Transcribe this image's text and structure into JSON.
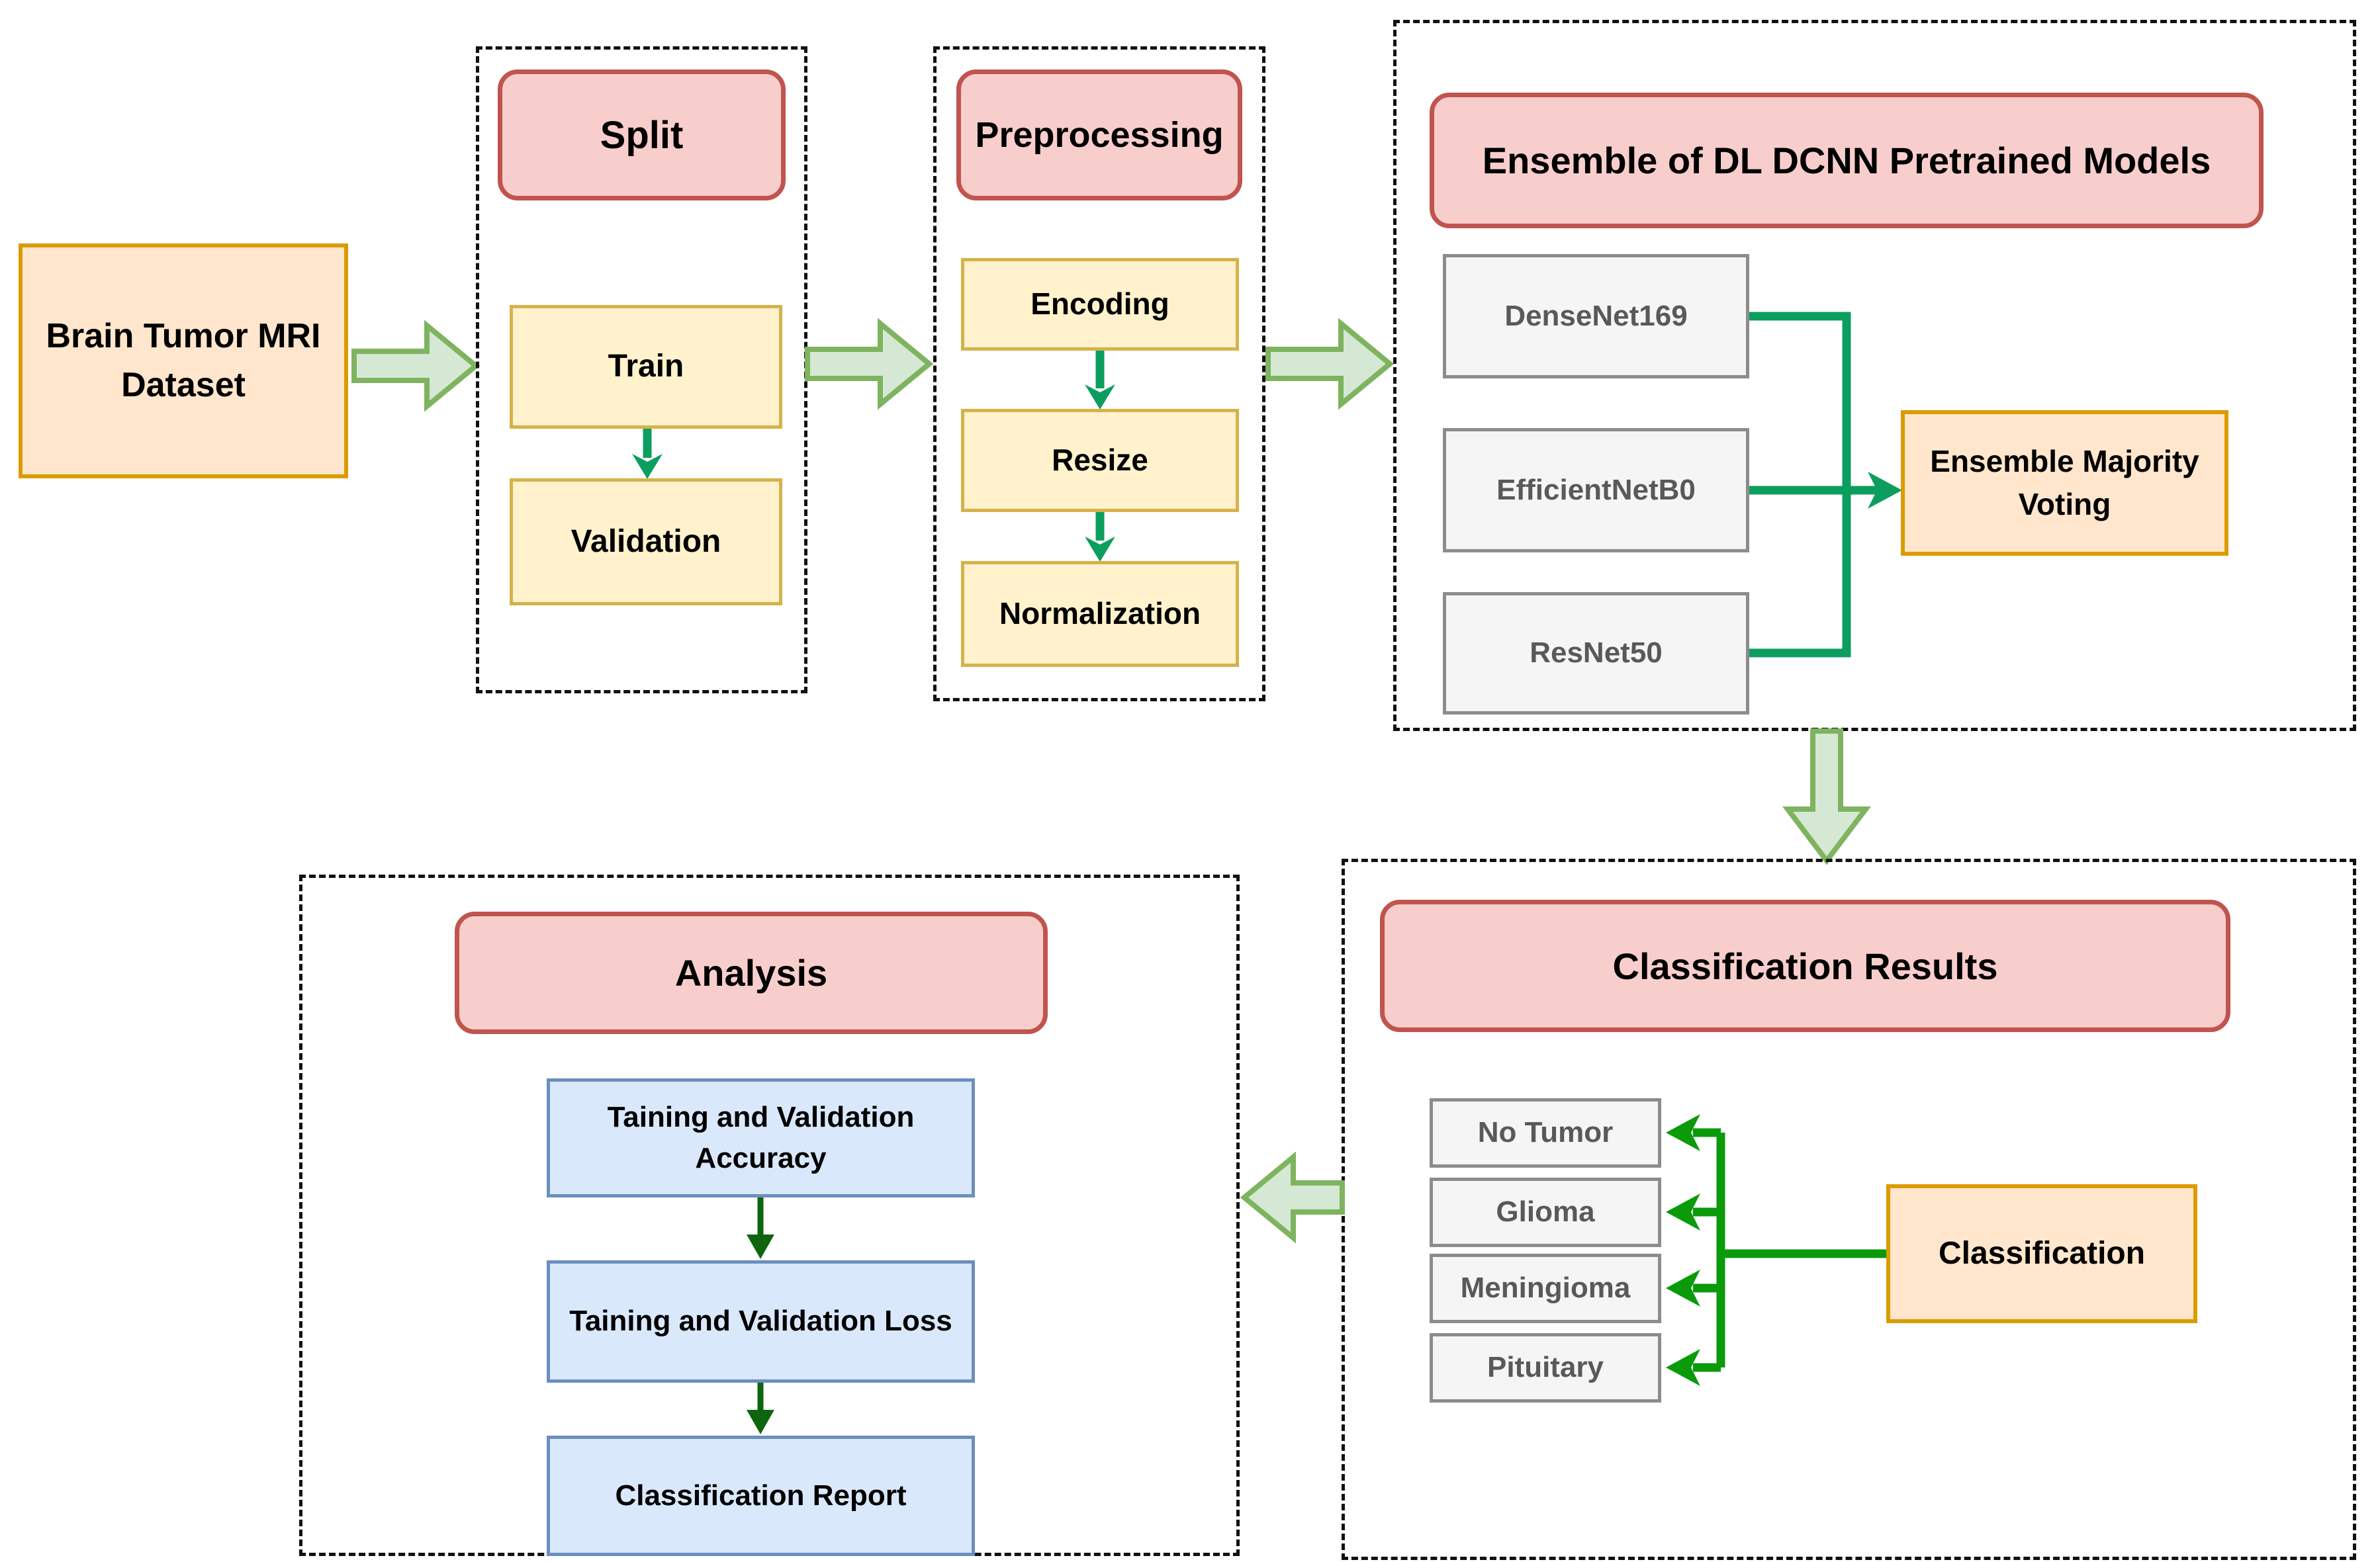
{
  "palette": {
    "background": "#FFFFFF",
    "dash-color": "#111111",
    "pink-fill": "#F8CECC",
    "pink-stroke": "#C0544E",
    "yellow-fill": "#FFF2CC",
    "yellow-stroke": "#D6B24B",
    "orange-fill": "#FFE6CC",
    "orange-stroke": "#DC9B00",
    "gray-fill": "#F5F5F5",
    "gray-stroke": "#8C8C8C",
    "gray-text": "#595959",
    "blue-fill": "#DAE8FC",
    "blue-stroke": "#6C8EBF",
    "blockarrow-fill": "#D5E8D4",
    "blockarrow-stroke": "#7EB45F",
    "teal-green": "#0C9E5F",
    "bright-green": "#0A9A0A",
    "dark-green": "#0E650E"
  },
  "dataset": {
    "label": "Brain Tumor MRI Dataset"
  },
  "split": {
    "title": "Split",
    "train": "Train",
    "validation": "Validation"
  },
  "preprocessing": {
    "title": "Preprocessing",
    "steps": [
      "Encoding",
      "Resize",
      "Normalization"
    ]
  },
  "ensemble": {
    "title": "Ensemble of DL DCNN Pretrained Models",
    "models": [
      "DenseNet169",
      "EfficientNetB0",
      "ResNet50"
    ],
    "voting": "Ensemble Majority Voting"
  },
  "classification": {
    "title": "Classification Results",
    "classes": [
      "No Tumor",
      "Glioma",
      "Meningioma",
      "Pituitary"
    ],
    "classifier": "Classification"
  },
  "analysis": {
    "title": "Analysis",
    "items": [
      "Taining and Validation Accuracy",
      "Taining and Validation Loss",
      "Classification Report"
    ]
  }
}
